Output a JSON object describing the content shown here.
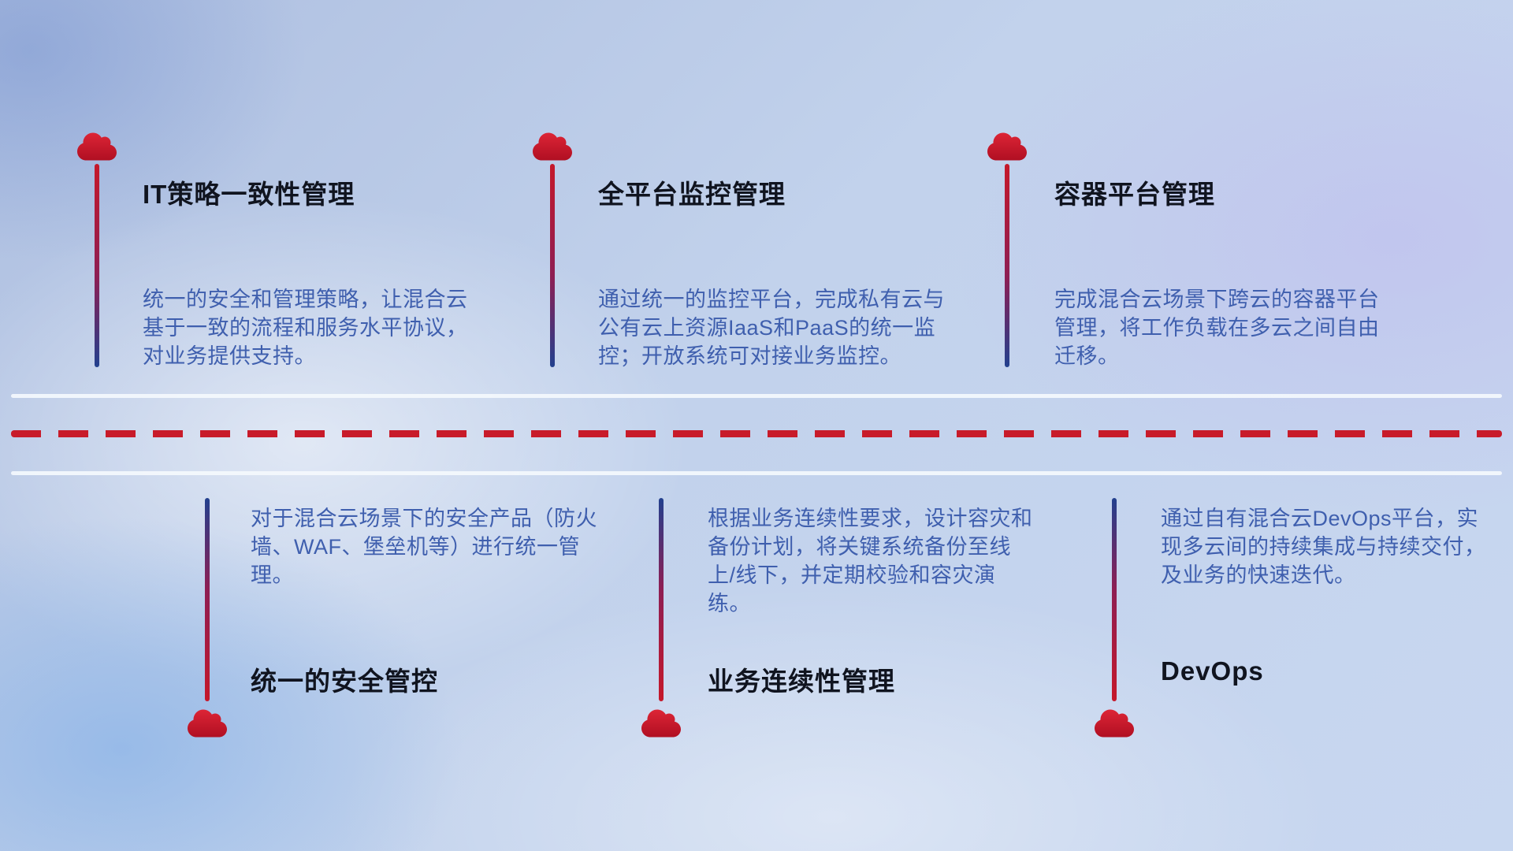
{
  "diagram": {
    "title": "",
    "type": "horizontal-timeline-infographic",
    "colors": {
      "cloud_red_top": "#dd2536",
      "cloud_red_bottom": "#b00f22",
      "dashed_line_red": "#c81b2a",
      "solid_line": "#f4f8fd",
      "stem_red": "#c5182a",
      "stem_blue": "#22408e",
      "title_text": "#10141f",
      "description_text": "#3f5fae",
      "background_base": "#bfd0ea"
    },
    "timeline": {
      "top_items": [
        {
          "icon": "cloud-icon",
          "title": "IT策略一致性管理",
          "description": "统一的安全和管理策略，让混合云基于一致的流程和服务水平协议，对业务提供支持。"
        },
        {
          "icon": "cloud-icon",
          "title": "全平台监控管理",
          "description": "通过统一的监控平台，完成私有云与公有云上资源IaaS和PaaS的统一监控；开放系统可对接业务监控。"
        },
        {
          "icon": "cloud-icon",
          "title": "容器平台管理",
          "description": "完成混合云场景下跨云的容器平台管理，将工作负载在多云之间自由迁移。"
        }
      ],
      "bottom_items": [
        {
          "icon": "cloud-icon",
          "title": "统一的安全管控",
          "description": "对于混合云场景下的安全产品（防火墙、WAF、堡垒机等）进行统一管理。"
        },
        {
          "icon": "cloud-icon",
          "title": "业务连续性管理",
          "description": "根据业务连续性要求，设计容灾和备份计划，将关键系统备份至线上/线下，并定期校验和容灾演练。"
        },
        {
          "icon": "cloud-icon",
          "title": "DevOps",
          "description": "通过自有混合云DevOps平台，实现多云间的持续集成与持续交付，及业务的快速迭代。"
        }
      ]
    }
  }
}
